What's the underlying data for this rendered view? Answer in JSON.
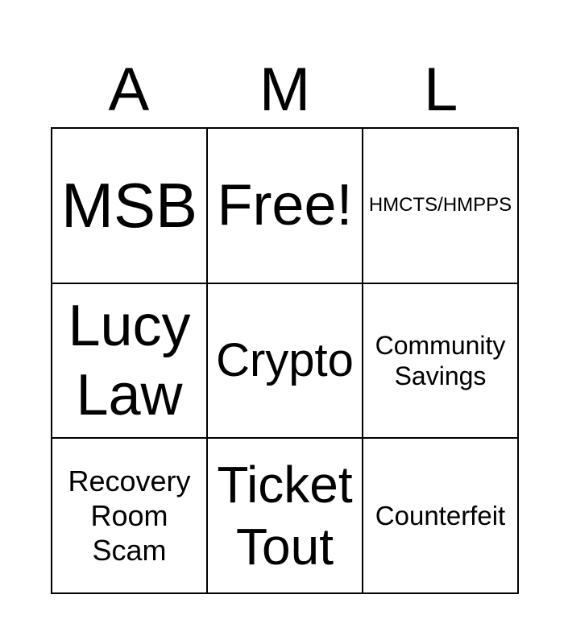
{
  "card": {
    "header_letters": [
      "A",
      "M",
      "L"
    ],
    "grid": {
      "cells": [
        {
          "text": "MSB"
        },
        {
          "text": "Free!"
        },
        {
          "text": "HMCTS/HMPPS"
        },
        {
          "text": "Lucy Law"
        },
        {
          "text": "Crypto"
        },
        {
          "text": "Community Savings"
        },
        {
          "text": "Recovery Room Scam"
        },
        {
          "text": "Ticket Tout"
        },
        {
          "text": "Counterfeit"
        }
      ]
    },
    "colors": {
      "background": "#ffffff",
      "grid_line": "#000000",
      "text": "#000000"
    }
  }
}
